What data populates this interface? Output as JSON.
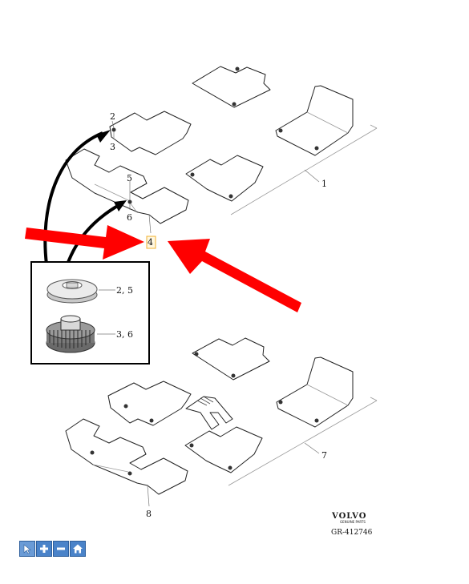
{
  "callouts": {
    "c1": "1",
    "c2": "2",
    "c3": "3",
    "c4": "4",
    "c5": "5",
    "c6": "6",
    "c7": "7",
    "c8": "8",
    "detail_top": "2, 5",
    "detail_bottom": "3, 6"
  },
  "brand": {
    "logo": "VOLVO",
    "tagline": "GENUINE PARTS"
  },
  "reference": "GR-412746",
  "toolbar": {
    "tools": [
      {
        "name": "pointer-icon"
      },
      {
        "name": "zoom-in-icon"
      },
      {
        "name": "zoom-out-icon"
      },
      {
        "name": "home-icon"
      }
    ]
  },
  "colors": {
    "arrow": "#ff0000",
    "highlight_box": "#f0b030",
    "toolbar_button": "#4a83c9"
  }
}
